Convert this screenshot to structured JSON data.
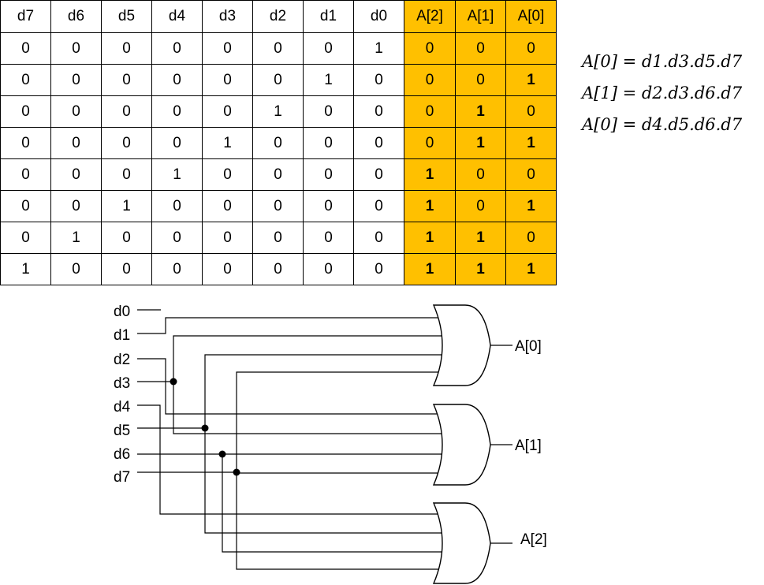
{
  "table": {
    "headers": [
      "d7",
      "d6",
      "d5",
      "d4",
      "d3",
      "d2",
      "d1",
      "d0",
      "A[2]",
      "A[1]",
      "A[0]"
    ],
    "rows": [
      [
        "0",
        "0",
        "0",
        "0",
        "0",
        "0",
        "0",
        "1",
        "0",
        "0",
        "0"
      ],
      [
        "0",
        "0",
        "0",
        "0",
        "0",
        "0",
        "1",
        "0",
        "0",
        "0",
        "1"
      ],
      [
        "0",
        "0",
        "0",
        "0",
        "0",
        "1",
        "0",
        "0",
        "0",
        "1",
        "0"
      ],
      [
        "0",
        "0",
        "0",
        "0",
        "1",
        "0",
        "0",
        "0",
        "0",
        "1",
        "1"
      ],
      [
        "0",
        "0",
        "0",
        "1",
        "0",
        "0",
        "0",
        "0",
        "1",
        "0",
        "0"
      ],
      [
        "0",
        "0",
        "1",
        "0",
        "0",
        "0",
        "0",
        "0",
        "1",
        "0",
        "1"
      ],
      [
        "0",
        "1",
        "0",
        "0",
        "0",
        "0",
        "0",
        "0",
        "1",
        "1",
        "0"
      ],
      [
        "1",
        "0",
        "0",
        "0",
        "0",
        "0",
        "0",
        "0",
        "1",
        "1",
        "1"
      ]
    ],
    "highlight_color": "#ffc000"
  },
  "equations": [
    "A[0]  =  d1.d3.d5.d7",
    "A[1]  =  d2.d3.d6.d7",
    "A[0]  =  d4.d5.d6.d7"
  ],
  "circuit": {
    "inputs": [
      "d0",
      "d1",
      "d2",
      "d3",
      "d4",
      "d5",
      "d6",
      "d7"
    ],
    "gates": [
      {
        "type": "OR",
        "output": "A[0]"
      },
      {
        "type": "OR",
        "output": "A[1]"
      },
      {
        "type": "OR",
        "output": "A[2]"
      }
    ]
  }
}
